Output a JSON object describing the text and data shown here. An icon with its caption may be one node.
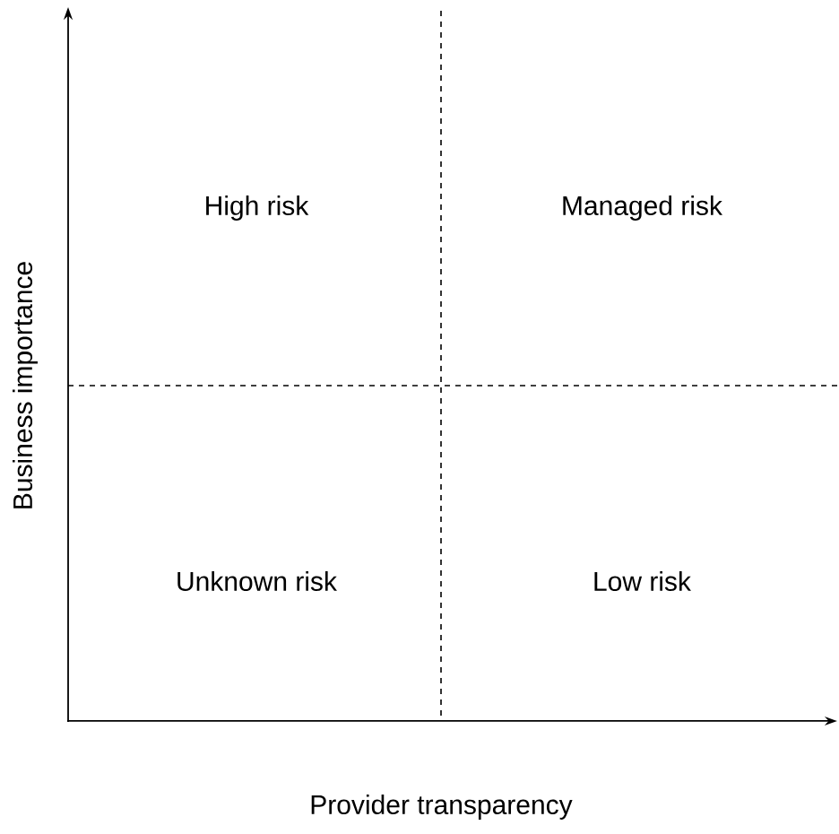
{
  "diagram": {
    "labels": [
      "High risk",
      "Managed risk",
      "Business importance",
      "Unknown risk",
      "Low risk",
      "Provider transparency"
    ]
  }
}
